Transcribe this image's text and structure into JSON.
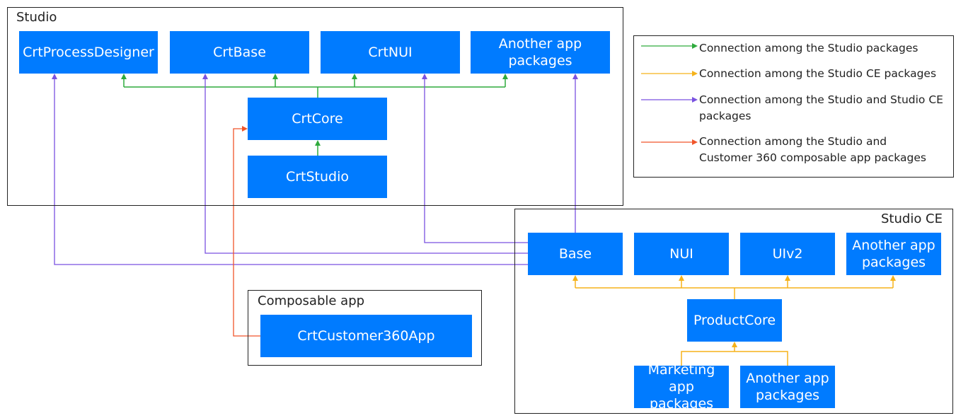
{
  "colors": {
    "studio": "#2eaa3c",
    "studio_ce": "#f5b21a",
    "studio_to_ce": "#7a52e0",
    "studio_to_customer360": "#f0552a",
    "node": "#007bff"
  },
  "studio": {
    "title": "Studio",
    "nodes": {
      "process_designer": "CrtProcessDesigner",
      "base": "CrtBase",
      "nui": "CrtNUI",
      "another": "Another app\npackages",
      "core": "CrtCore",
      "studio": "CrtStudio"
    }
  },
  "studio_ce": {
    "title": "Studio CE",
    "nodes": {
      "base": "Base",
      "nui": "NUI",
      "uiv2": "UIv2",
      "another": "Another app\npackages",
      "product_core": "ProductCore",
      "marketing": "Marketing\napp packages",
      "another_bottom": "Another app\npackages"
    }
  },
  "composable": {
    "title": "Composable app",
    "nodes": {
      "customer360": "CrtCustomer360App"
    }
  },
  "legend": {
    "items": [
      "Connection among the Studio packages",
      "Connection among the Studio CE packages",
      "Connection among the Studio and Studio CE\npackages",
      "Connection among the Studio and\nCustomer 360 composable app packages"
    ]
  }
}
